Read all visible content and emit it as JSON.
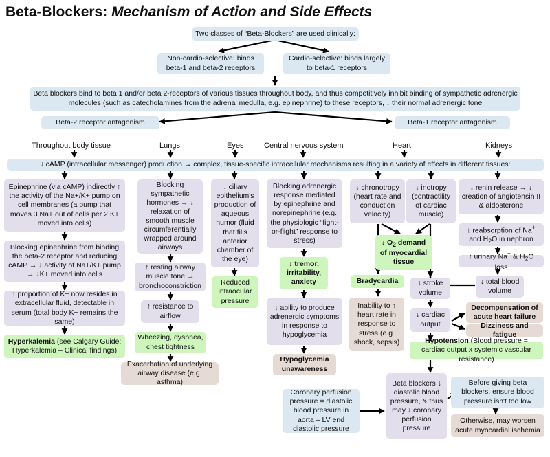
{
  "title": {
    "main": "Beta-Blockers:",
    "sub": "Mechanism of Action and Side Effects"
  },
  "top": {
    "classes": "Two classes of “Beta-Blockers” are used clinically:",
    "noncardio": "Non-cardio-selective: binds beta-1 and beta-2 receptors",
    "cardio": "Cardio-selective: binds largely to beta-1 receptors",
    "mechanism": "Beta blockers bind to beta 1 and/or beta 2-receptors of various tissues throughout body, and thus competitively inhibit binding of sympathetic adrenergic molecules (such as catecholamines from the adrenal medulla, e.g. epinephrine) to these receptors, ↓ their normal adrenergic tone",
    "beta2": "Beta-2 receptor antagonism",
    "beta1": "Beta-1 receptor antagonism"
  },
  "tissues": {
    "body": "Throughout body tissue",
    "lungs": "Lungs",
    "eyes": "Eyes",
    "cns": "Central nervous system",
    "heart": "Heart",
    "kidneys": "Kidneys"
  },
  "camp": "↓ cAMP (intracellular messenger) production → complex, tissue-specific intracellular mechanisms resulting in a variety of effects in different tissues:",
  "body": {
    "b1": "Epinephrine (via cAMP) indirectly ↑ the activity of the Na+/K+ pump on cell membranes (a pump that moves 3 Na+ out of cells per 2 K+ moved into cells)",
    "b2": "Blocking epinephrine from binding the beta-2 receptor and reducing cAMP → ↓ activity of Na+/K+ pump → ↓K+ moved into cells",
    "b3": "↑ proportion of K+ now resides in extracellular fluid, detectable in serum (total body K+ remains the same)",
    "hyperk_bold": "Hyperkalemia",
    "hyperk_rest": " (see Calgary Guide: Hyperkalemia – Clinical findings)"
  },
  "lungs": {
    "l1": "Blocking sympathetic hormones → ↓ relaxation of smooth muscle circumferentially wrapped around airways",
    "l2": "↑ resting airway muscle tone → bronchoconstriction",
    "l3": "↑ resistance to airflow",
    "l4": "Wheezing, dyspnea, chest tightness",
    "l5": "Exacerbation of underlying airway disease (e.g. asthma)"
  },
  "eyes": {
    "e1": "↓ ciliary epithelium's production of aqueous humor (fluid that fills anterior chamber of the eye)",
    "e2": "Reduced intraocular pressure"
  },
  "cns": {
    "c1": "Blocking adrenergic response mediated by epinephrine and norepinephrine (e.g. the physiologic “fight-or-flight” response to stress)",
    "c2": "↓ tremor, irritability, anxiety",
    "c3": "↓ ability to produce adrenergic symptoms in response to hypoglycemia",
    "c4": "Hypoglycemia unawareness"
  },
  "heart": {
    "chrono": "↓ chronotropy (heart rate and conduction velocity)",
    "ino": "↓ inotropy (contractility of cardiac muscle)",
    "o2_pre": "↓ O",
    "o2_sub": "2",
    "o2_post": " demand of myocardial tissue",
    "brady": "Bradycardia",
    "inability": "Inability to ↑ heart rate in response to stress (e.g. shock, sepsis)",
    "stroke": "↓ stroke volume",
    "co": "↓ cardiac output",
    "decomp": "Decompensation of acute heart failure",
    "dizzy": "Dizziness and fatigue",
    "hypo_bold": "Hypotension",
    "hypo_rest": " (Blood pressure = cardiac output x systemic vascular resistance)",
    "coronary": "Coronary perfusion pressure = diastolic blood pressure in aorta – LV end diastolic pressure",
    "bbdias": "Beta blockers ↓ diastolic blood pressure, & thus may ↓ coronary perfusion pressure",
    "before": "Before giving beta blockers, ensure blood pressure isn't too low",
    "otherwise": "Otherwise, may worsen acute myocardial ischemia"
  },
  "kidneys": {
    "k1": "↓ renin release → ↓ creation of angiotensin II & aldosterone",
    "k2_a": "↓ reabsorption of Na",
    "k2_sup": "+",
    "k2_b": " and H",
    "k2_sub": "2",
    "k2_c": "O in nephron",
    "k3_a": "↑ urinary Na",
    "k3_sup": "+",
    "k3_b": " & H",
    "k3_sub": "2",
    "k3_c": "O loss",
    "k4": "↓ total blood volume"
  },
  "colors": {
    "blue": "#dbe8f1",
    "lavender": "#e2deeb",
    "green": "#cdf5bc",
    "tan": "#e6dad5",
    "arrow": "#000000"
  }
}
